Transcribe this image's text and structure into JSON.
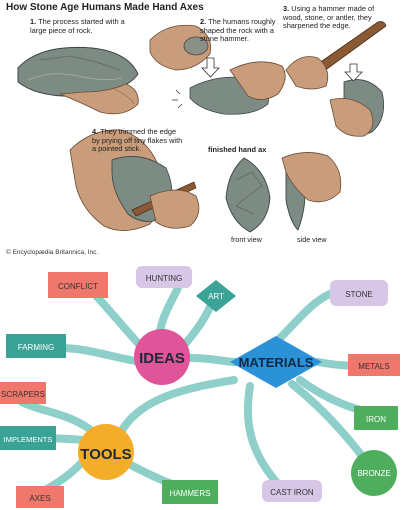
{
  "illustration": {
    "title": "How Stone Age Humans Made Hand Axes",
    "steps": [
      {
        "num": "1.",
        "text": "The process started with a large piece of rock."
      },
      {
        "num": "2.",
        "text": "The humans roughly shaped the rock with a stone hammer."
      },
      {
        "num": "3.",
        "text": "Using a hammer made of wood, stone, or antler, they sharpened the edge."
      },
      {
        "num": "4.",
        "text": "They trimmed the edge by prying off tiny flakes with a pointed stick."
      }
    ],
    "finished_title": "finished hand ax",
    "front_view": "front view",
    "side_view": "side view",
    "credit": "© Encyclopædia Britannica, Inc."
  },
  "mindmap": {
    "hubs": {
      "ideas": "IDEAS",
      "materials": "MATERIALS",
      "tools": "TOOLS"
    },
    "nodes": {
      "hunting": "HUNTING",
      "conflict": "CONFLICT",
      "art": "ART",
      "stone": "STONE",
      "farming": "FARMING",
      "metals": "METALS",
      "scrapers": "SCRAPERS",
      "iron": "IRON",
      "implements": "IMPLEMENTS",
      "bronze": "BRONZE",
      "axes": "AXES",
      "hammers": "HAMMERS",
      "cast_iron": "CAST IRON"
    },
    "colors": {
      "line": "#8ecfc9",
      "ideas_hub": "#e0559a",
      "materials_hub": "#2c92d8",
      "tools_hub": "#f4ad2a",
      "lavender": "#d7c6e6",
      "teal": "#3aa396",
      "green": "#4fae5e",
      "salmon": "#f0776b"
    }
  }
}
